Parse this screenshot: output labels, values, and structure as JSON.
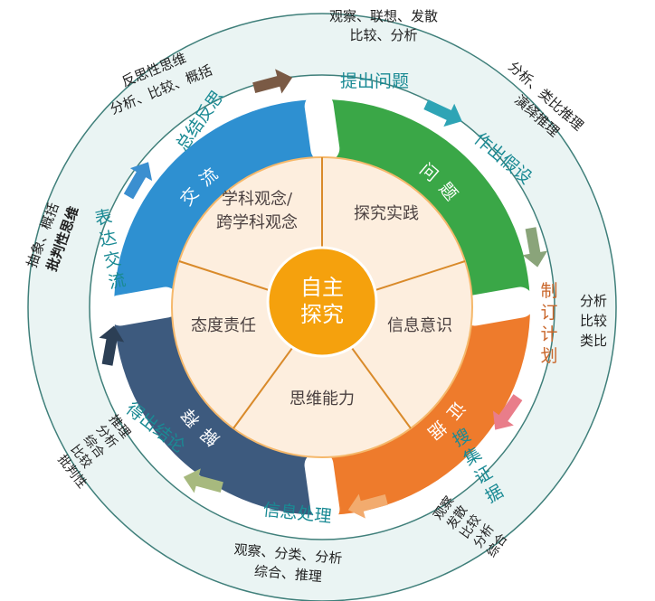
{
  "center": {
    "line1": "自主",
    "line2": "探究"
  },
  "core_segments": {
    "concept": {
      "line1": "学科观念/",
      "line2": "跨学科观念"
    },
    "practice": "探究实践",
    "info": "信息意识",
    "thinking": "思维能力",
    "attitude": "态度责任"
  },
  "stages": {
    "question": {
      "label": "问 题",
      "color": "#3aa747"
    },
    "evidence": {
      "label": "证 据",
      "color": "#ee7b2c"
    },
    "explain": {
      "label": "解 释",
      "color": "#3d5a7e"
    },
    "communicate": {
      "label": "交 流",
      "color": "#2e90d1"
    }
  },
  "steps": {
    "raise": "提出问题",
    "hypothesis": "作出假设",
    "plan": "制订计划",
    "collect": "搜集证据",
    "process": "信息处理",
    "conclude": "得出结论",
    "express": "表达交流",
    "reflect": "总结反思"
  },
  "methods": {
    "raise": {
      "line1": "观察、联想、发散",
      "line2": "比较、分析"
    },
    "hypothesis": {
      "line1": "分析、类比推理",
      "line2": "演绎推理"
    },
    "plan": {
      "line1": "分析",
      "line2": "比较",
      "line3": "类比"
    },
    "collect": {
      "line1": "观察",
      "line2": "发散",
      "line3": "比较",
      "line4": "分析",
      "line5": "综合"
    },
    "process": {
      "line1": "观察、分类、分析",
      "line2": "综合、推理"
    },
    "conclude": {
      "line1": "推理",
      "line2": "分析",
      "line3": "综合",
      "line4": "比较",
      "line5": "批判性"
    },
    "express": {
      "line1": "抽象、概括",
      "line2": "批判性思维"
    },
    "reflect": {
      "line1": "反思性思维",
      "line2": "分析、比较、概括"
    }
  },
  "colors": {
    "outer_ring": "#eaf4f3",
    "ring_stroke": "#3f7f7a",
    "core_fill": "#fdeede",
    "center_fill": "#f5a10d",
    "step_text": "#1a8a94",
    "plan_text": "#c9662a",
    "arrow_brown": "#7a5a45",
    "arrow_teal": "#2ea4b5",
    "arrow_olive": "#8aa47a",
    "arrow_pink": "#e97d8a",
    "arrow_orange": "#f2ab6e",
    "arrow_sage": "#a7b97e",
    "arrow_navy": "#2c3f55",
    "arrow_blue": "#3b8fd0"
  }
}
